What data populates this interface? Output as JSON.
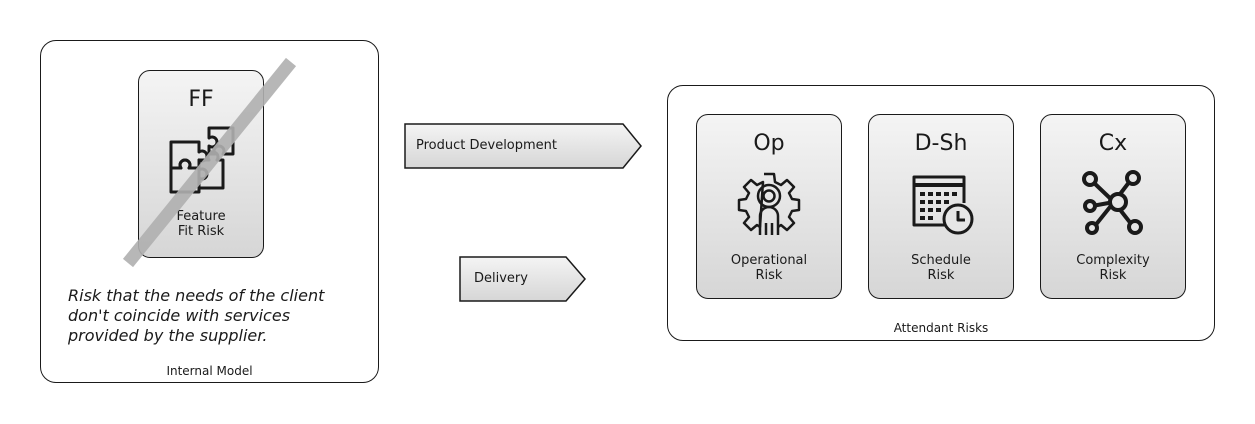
{
  "internal_model": {
    "caption": "Internal Model",
    "card": {
      "abbr": "FF",
      "name_line1": "Feature",
      "name_line2": "Fit Risk",
      "icon": "puzzle-icon",
      "crossed_out": true
    },
    "description": [
      "Risk that the needs of the client",
      "don't coincide with services",
      "provided by the supplier."
    ]
  },
  "arrows": [
    {
      "label": "Product Development"
    },
    {
      "label": "Delivery"
    }
  ],
  "attendant_risks": {
    "caption": "Attendant Risks",
    "cards": [
      {
        "abbr": "Op",
        "name_line1": "Operational",
        "name_line2": "Risk",
        "icon": "gear-person-icon"
      },
      {
        "abbr": "D-Sh",
        "name_line1": "Schedule",
        "name_line2": "Risk",
        "icon": "calendar-clock-icon"
      },
      {
        "abbr": "Cx",
        "name_line1": "Complexity",
        "name_line2": "Risk",
        "icon": "network-icon"
      }
    ]
  },
  "colors": {
    "stroke": "#1a1a1a",
    "card_top": "#f4f4f4",
    "card_bottom": "#d6d6d6",
    "strike": "#b0b0b0"
  }
}
